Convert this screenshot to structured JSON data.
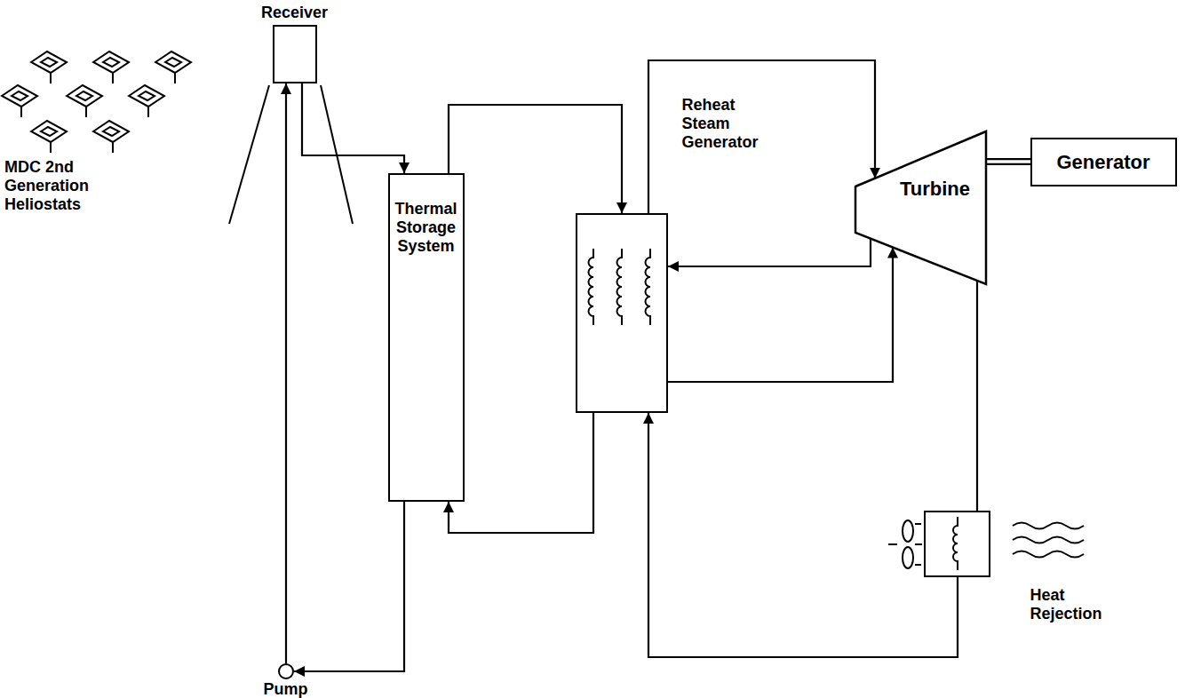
{
  "diagram": {
    "nodes": [
      {
        "text": [
          "Receiver"
        ]
      },
      {
        "text": [
          "Thermal Storage System"
        ]
      },
      {
        "text": [
          "Reheat Steam Generator"
        ]
      },
      {
        "text": [
          "Turbine"
        ]
      },
      {
        "text": [
          "Generator"
        ]
      },
      {
        "text": [
          "Heat Rejection"
        ]
      },
      {
        "text": [
          "Pump"
        ]
      }
    ],
    "edges": [
      {
        "from": 0,
        "to": 1,
        "arrow": "to"
      },
      {
        "from": 1,
        "to": 6,
        "arrow": "to"
      },
      {
        "from": 6,
        "to": 0,
        "arrow": "to"
      },
      {
        "from": 1,
        "to": 2,
        "arrow": "to"
      },
      {
        "from": 2,
        "to": 1,
        "arrow": "to"
      },
      {
        "from": 2,
        "to": 3,
        "arrow": "to"
      },
      {
        "from": 3,
        "to": 2,
        "arrow": "to"
      },
      {
        "from": 2,
        "to": 3,
        "arrow": "to"
      },
      {
        "from": 3,
        "to": 5,
        "arrow": "none"
      },
      {
        "from": 5,
        "to": 2,
        "arrow": "to"
      },
      {
        "from": 3,
        "to": 4,
        "arrow": "none"
      }
    ],
    "labels": [
      "MDC 2nd Generation Heliostats"
    ]
  }
}
